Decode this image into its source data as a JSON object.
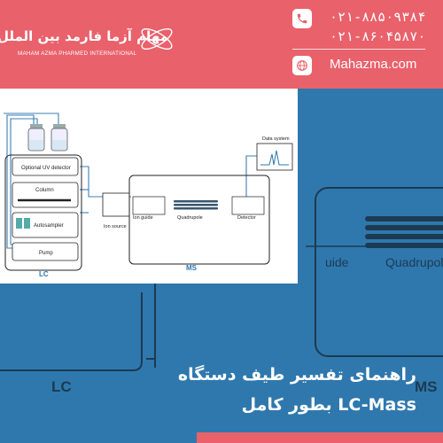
{
  "brand": {
    "name_fa": "مهام آزما فارمد بین الملل",
    "name_en": "MAHAM AZMA PHARMED INTERNATIONAL",
    "color_header": "#e9616b",
    "color_background": "#2f78ad"
  },
  "contact": {
    "phone_icon": "phone-icon",
    "phones": [
      "۰۲۱-۸۸۵۰۹۳۸۴",
      "۰۲۱-۸۶۰۴۵۸۷۰"
    ],
    "web_icon": "globe-icon",
    "website": "Mahazma.com"
  },
  "diagram": {
    "uv_detector": "Optional UV detector",
    "column": "Column",
    "autosampler": "Autosampler",
    "pump": "Pump",
    "lc_label": "LC",
    "ion_source": "Ion source",
    "ion_guide": "Ion guide",
    "quadrupole": "Quadrupole",
    "detector": "Detector",
    "data_system": "Data system",
    "ms_label": "MS"
  },
  "background": {
    "guide_text": "uide",
    "quadrupole_text": "Quadrupole",
    "lc_text": "LC",
    "ms_text": "MS"
  },
  "title": {
    "line1": "راهنمای تفسیر طیف دستگاه",
    "line2": "LC-Mass بطور کامل"
  }
}
